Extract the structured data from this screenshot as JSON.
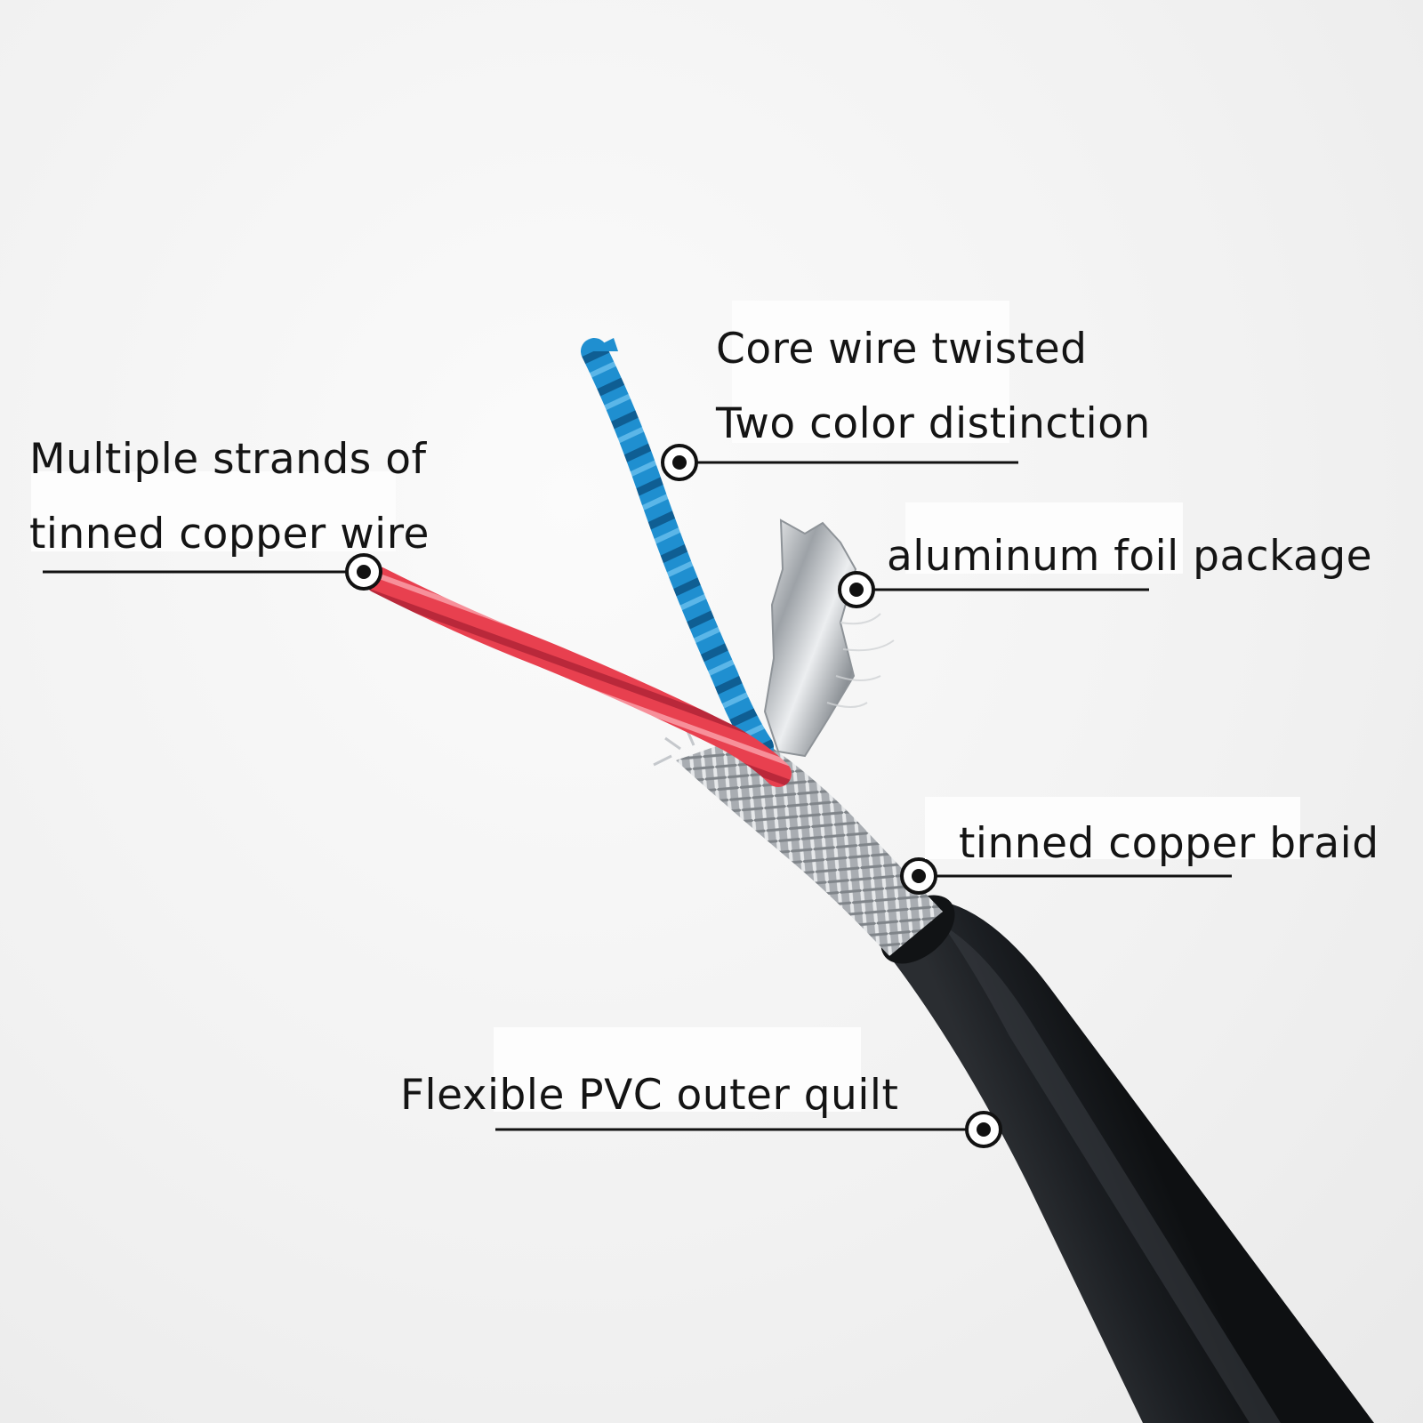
{
  "labels": {
    "core_wire_line1": "Core wire twisted",
    "core_wire_line2": "Two color distinction",
    "strands_line1": "Multiple strands of",
    "strands_line2": "tinned copper wire",
    "foil": "aluminum foil package",
    "braid": "tinned copper braid",
    "jacket": "Flexible PVC outer quilt"
  },
  "colors": {
    "blue_core": "#1f8fd0",
    "red_core": "#e8404f",
    "jacket": "#1b1e22",
    "braid": "#b9bcc0",
    "foil": "#d4d7da",
    "leader_line": "#111111"
  }
}
